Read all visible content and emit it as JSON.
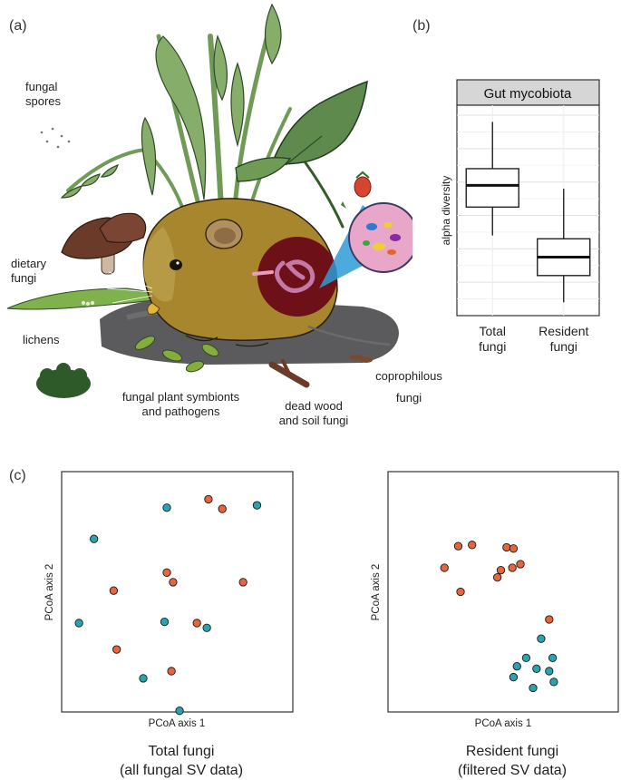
{
  "panels": {
    "a": "(a)",
    "b": "(b)",
    "c": "(c)"
  },
  "illustration": {
    "labels": {
      "fungal_spores_l1": "fungal",
      "fungal_spores_l2": "spores",
      "dietary_l1": "dietary",
      "dietary_l2": "fungi",
      "lichens": "lichens",
      "plant_l1": "fungal plant symbionts",
      "plant_l2": "and pathogens",
      "deadwood_l1": "dead wood",
      "deadwood_l2": "and soil fungi",
      "copro_l1": "coprophilous",
      "copro_l2": "fungi"
    },
    "colors": {
      "vole_body": "#a8862e",
      "gut_circle": "#6e1018",
      "leaf_green": "#7fa763",
      "dark_green": "#2e5a2a",
      "mushroom": "#6b3b2a",
      "ground": "#5b5b5d",
      "microbe_bubble": "#e8a7c8",
      "beam_blue": "#2e9bd6"
    }
  },
  "chart_data": [
    {
      "type": "box",
      "title": "Gut mycobiota",
      "ylabel": "alpha diversity",
      "categories": [
        "Total\nfungi",
        "Resident\nfungi"
      ],
      "category_lines": [
        [
          "Total",
          "fungi"
        ],
        [
          "Resident",
          "fungi"
        ]
      ],
      "boxes": [
        {
          "whisker_low": 2.4,
          "q1": 3.25,
          "median": 3.9,
          "q3": 4.4,
          "whisker_high": 5.8
        },
        {
          "whisker_low": 0.4,
          "q1": 1.2,
          "median": 1.75,
          "q3": 2.3,
          "whisker_high": 3.8
        }
      ],
      "ylim": [
        0,
        6.3
      ],
      "grid": true,
      "y_ticks_shown": false
    },
    {
      "type": "scatter",
      "xlabel": "PCoA axis 1",
      "ylabel": "PCoA axis 2",
      "caption_l1": "Total fungi",
      "caption_l2": "(all fungal SV data)",
      "xlim": [
        0,
        1
      ],
      "ylim": [
        0,
        1
      ],
      "series": [
        {
          "color": "#e8643c",
          "points": [
            [
              0.635,
              0.885
            ],
            [
              0.695,
              0.845
            ],
            [
              0.455,
              0.58
            ],
            [
              0.785,
              0.54
            ],
            [
              0.225,
              0.505
            ],
            [
              0.482,
              0.54
            ],
            [
              0.585,
              0.37
            ],
            [
              0.238,
              0.26
            ],
            [
              0.475,
              0.17
            ]
          ]
        },
        {
          "color": "#2aa3ad",
          "points": [
            [
              0.455,
              0.85
            ],
            [
              0.845,
              0.86
            ],
            [
              0.14,
              0.72
            ],
            [
              0.075,
              0.37
            ],
            [
              0.445,
              0.375
            ],
            [
              0.628,
              0.35
            ],
            [
              0.353,
              0.14
            ],
            [
              0.51,
              0.005
            ]
          ]
        }
      ]
    },
    {
      "type": "scatter",
      "xlabel": "PCoA axis 1",
      "ylabel": "PCoA axis 2",
      "caption_l1": "Resident fungi",
      "caption_l2": "(filtered SV data)",
      "xlim": [
        0,
        1
      ],
      "ylim": [
        0,
        1
      ],
      "series": [
        {
          "color": "#e8643c",
          "points": [
            [
              0.305,
              0.69
            ],
            [
              0.365,
              0.695
            ],
            [
              0.515,
              0.685
            ],
            [
              0.545,
              0.68
            ],
            [
              0.245,
              0.6
            ],
            [
              0.49,
              0.59
            ],
            [
              0.54,
              0.6
            ],
            [
              0.575,
              0.615
            ],
            [
              0.315,
              0.5
            ],
            [
              0.475,
              0.56
            ],
            [
              0.7,
              0.385
            ]
          ]
        },
        {
          "color": "#2aa3ad",
          "points": [
            [
              0.665,
              0.305
            ],
            [
              0.6,
              0.225
            ],
            [
              0.715,
              0.225
            ],
            [
              0.56,
              0.19
            ],
            [
              0.645,
              0.18
            ],
            [
              0.7,
              0.17
            ],
            [
              0.545,
              0.145
            ],
            [
              0.72,
              0.125
            ],
            [
              0.63,
              0.1
            ]
          ]
        }
      ]
    }
  ]
}
